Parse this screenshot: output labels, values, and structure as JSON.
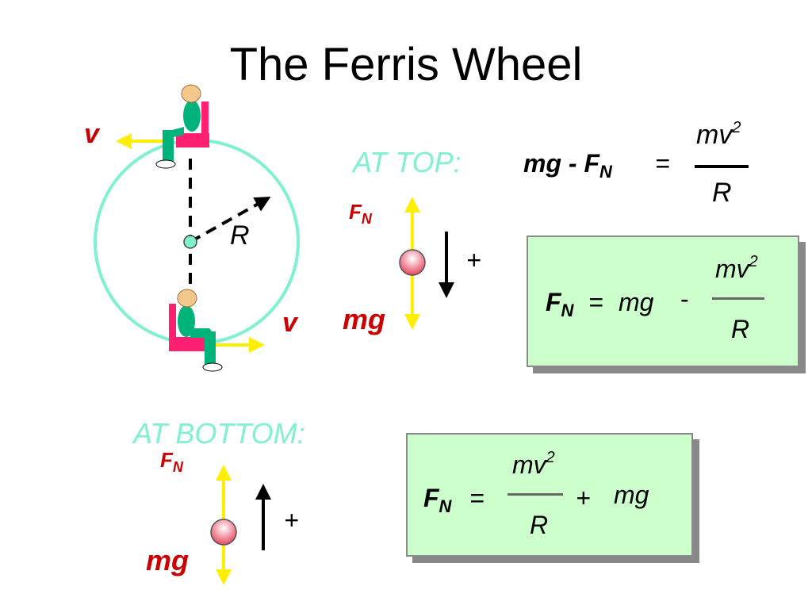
{
  "title": "The Ferris Wheel",
  "wheel": {
    "radius_label": "R",
    "velocity_top": "v",
    "velocity_bottom": "v"
  },
  "at_top": {
    "heading": "AT TOP:",
    "force_normal": "F",
    "force_normal_sub": "N",
    "weight": "mg",
    "sign": "+",
    "equation": {
      "lhs": "mg - F",
      "lhs_sub": "N",
      "equals": "=",
      "numerator": "mv",
      "numerator_sup": "2",
      "denominator": "R"
    },
    "result": {
      "lhs": "F",
      "lhs_sub": "N",
      "equals": "=",
      "term": "mg",
      "minus": "-",
      "numerator": "mv",
      "numerator_sup": "2",
      "denominator": "R"
    }
  },
  "at_bottom": {
    "heading": "AT BOTTOM:",
    "force_normal": "F",
    "force_normal_sub": "N",
    "weight": "mg",
    "sign": "+",
    "result": {
      "lhs": "F",
      "lhs_sub": "N",
      "equals": "=",
      "numerator": "mv",
      "numerator_sup": "2",
      "denominator": "R",
      "plus": "+",
      "term": "mg"
    }
  },
  "colors": {
    "wheel": "#7ff0d0",
    "arrow": "#ffee00",
    "seat": "#ff1f70",
    "rider": "#00b37a",
    "label_red": "#cc0000",
    "box_fill": "#ccffcc"
  }
}
